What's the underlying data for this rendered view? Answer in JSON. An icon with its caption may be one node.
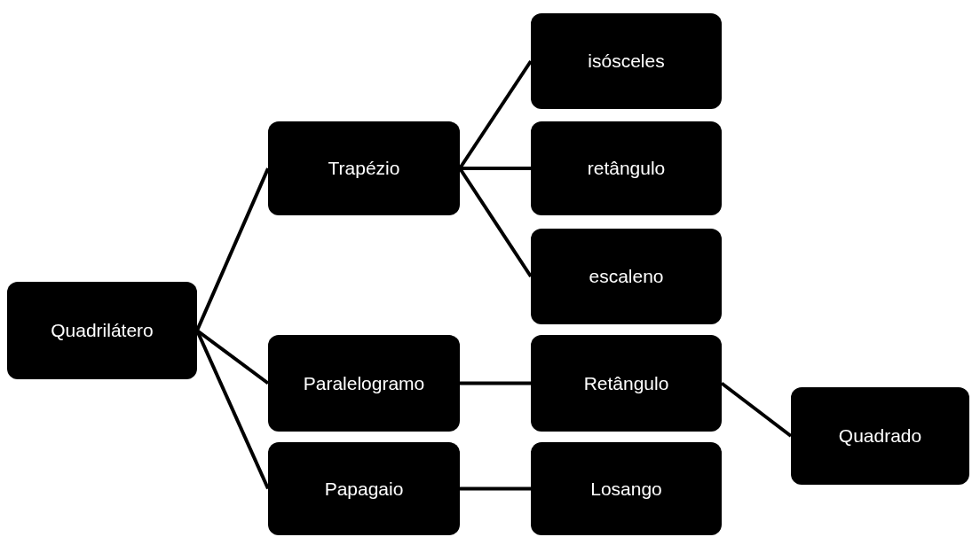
{
  "diagram": {
    "nodes": [
      {
        "text": [
          "Quadrilátero"
        ]
      },
      {
        "text": [
          "Trapézio"
        ]
      },
      {
        "text": [
          "isósceles"
        ]
      },
      {
        "text": [
          "retângulo"
        ]
      },
      {
        "text": [
          "escaleno"
        ]
      },
      {
        "text": [
          "Paralelogramo"
        ]
      },
      {
        "text": [
          "Retângulo"
        ]
      },
      {
        "text": [
          "Quadrado"
        ]
      },
      {
        "text": [
          "Papagaio"
        ]
      },
      {
        "text": [
          "Losango"
        ]
      }
    ],
    "edges": [
      {
        "from": 0,
        "to": 1,
        "arrow": "none"
      },
      {
        "from": 1,
        "to": 2,
        "arrow": "none"
      },
      {
        "from": 1,
        "to": 3,
        "arrow": "none"
      },
      {
        "from": 1,
        "to": 4,
        "arrow": "none"
      },
      {
        "from": 0,
        "to": 5,
        "arrow": "none"
      },
      {
        "from": 5,
        "to": 6,
        "arrow": "none"
      },
      {
        "from": 6,
        "to": 7,
        "arrow": "none"
      },
      {
        "from": 0,
        "to": 8,
        "arrow": "none"
      },
      {
        "from": 8,
        "to": 9,
        "arrow": "none"
      }
    ]
  }
}
